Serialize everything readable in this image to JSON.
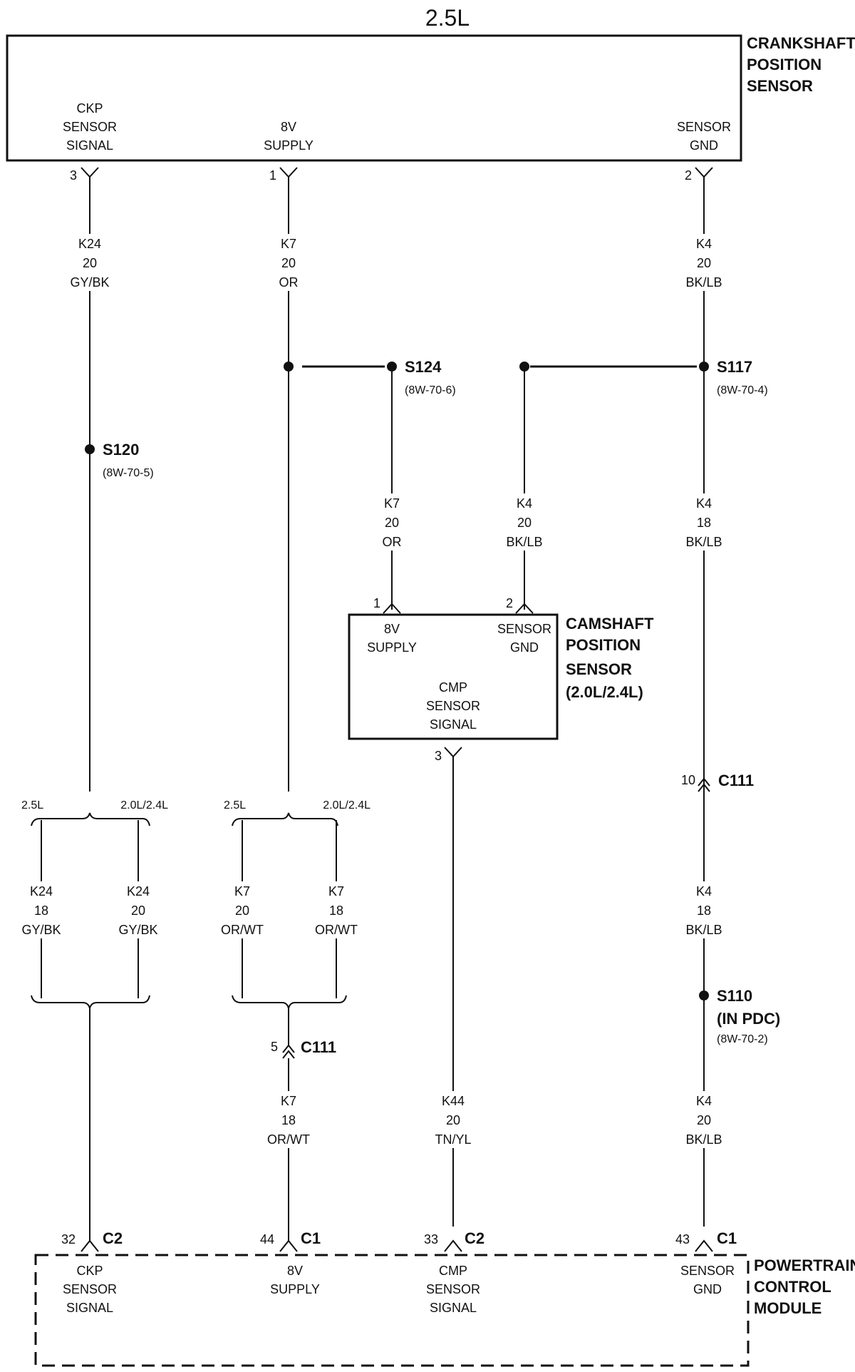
{
  "title": "2.5L",
  "crankshaft_sensor": {
    "name_lines": [
      "CRANKSHAFT",
      "POSITION",
      "SENSOR"
    ],
    "pins": [
      {
        "num": "3",
        "label": [
          "CKP",
          "SENSOR",
          "SIGNAL"
        ]
      },
      {
        "num": "1",
        "label": [
          "8V",
          "SUPPLY"
        ]
      },
      {
        "num": "2",
        "label": [
          "SENSOR",
          "GND"
        ]
      }
    ]
  },
  "camshaft_sensor": {
    "name_lines": [
      "CAMSHAFT",
      "POSITION",
      "SENSOR",
      "(2.0L/2.4L)"
    ],
    "pins": [
      {
        "num": "1",
        "label": [
          "8V",
          "SUPPLY"
        ]
      },
      {
        "num": "2",
        "label": [
          "SENSOR",
          "GND"
        ]
      },
      {
        "num": "3",
        "label": [
          "CMP",
          "SENSOR",
          "SIGNAL"
        ]
      }
    ]
  },
  "pcm": {
    "name_lines": [
      "POWERTRAIN",
      "CONTROL",
      "MODULE"
    ],
    "pins": [
      {
        "num": "32",
        "connector": "C2",
        "label": [
          "CKP",
          "SENSOR",
          "SIGNAL"
        ]
      },
      {
        "num": "44",
        "connector": "C1",
        "label": [
          "8V",
          "SUPPLY"
        ]
      },
      {
        "num": "33",
        "connector": "C2",
        "label": [
          "CMP",
          "SENSOR",
          "SIGNAL"
        ]
      },
      {
        "num": "43",
        "connector": "C1",
        "label": [
          "SENSOR",
          "GND"
        ]
      }
    ]
  },
  "splices": {
    "s120": {
      "name": "S120",
      "ref": "(8W-70-5)"
    },
    "s124": {
      "name": "S124",
      "ref": "(8W-70-6)"
    },
    "s117": {
      "name": "S117",
      "ref": "(8W-70-4)"
    },
    "s110": {
      "name": "S110",
      "sub": "(IN PDC)",
      "ref": "(8W-70-2)"
    }
  },
  "inline_connectors": [
    {
      "num": "10",
      "name": "C111"
    },
    {
      "num": "5",
      "name": "C111"
    }
  ],
  "wires": {
    "k24_top": [
      "K24",
      "20",
      "GY/BK"
    ],
    "k7_top": [
      "K7",
      "20",
      "OR"
    ],
    "k4_top": [
      "K4",
      "20",
      "BK/LB"
    ],
    "k7_cmp": [
      "K7",
      "20",
      "OR"
    ],
    "k4_cmp": [
      "K4",
      "20",
      "BK/LB"
    ],
    "k4_mid": [
      "K4",
      "18",
      "BK/LB"
    ],
    "k24_25": [
      "K24",
      "18",
      "GY/BK"
    ],
    "k24_20": [
      "K24",
      "20",
      "GY/BK"
    ],
    "k7_25": [
      "K7",
      "20",
      "OR/WT"
    ],
    "k7_20": [
      "K7",
      "18",
      "OR/WT"
    ],
    "k4_c111": [
      "K4",
      "18",
      "BK/LB"
    ],
    "k7_pcm": [
      "K7",
      "18",
      "OR/WT"
    ],
    "k44": [
      "K44",
      "20",
      "TN/YL"
    ],
    "k4_pcm": [
      "K4",
      "20",
      "BK/LB"
    ]
  },
  "engine_options": {
    "left": [
      "2.5L",
      "2.0L/2.4L"
    ],
    "right": [
      "2.5L",
      "2.0L/2.4L"
    ]
  }
}
